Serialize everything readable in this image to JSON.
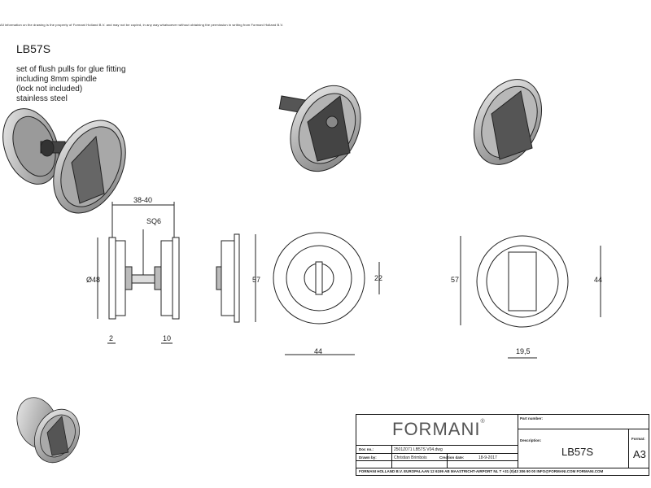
{
  "copyright": "All information on the drawing is the property of Formani Holland B.V. and may not be copied, in any way whatsoever without obtaining the permission in writing from Formani Holland B.V.",
  "product_code": "LB57S",
  "description_lines": [
    "set of flush pulls for glue fitting",
    "including 8mm spindle",
    "(lock not included)",
    "stainless steel"
  ],
  "dimensions": {
    "d_38_40": "38-40",
    "sq6": "SQ6",
    "dia48": "Ø48",
    "d2": "2",
    "d10": "10",
    "d57a": "57",
    "d22": "22",
    "d44a": "44",
    "d57b": "57",
    "d44b": "44",
    "d19_5": "19,5"
  },
  "title_block": {
    "brand": "FORMANI",
    "brand_mark": "®",
    "part_number_label": "Part number:",
    "description_label": "Description:",
    "description_value": "LB57S",
    "format_label": "Format:",
    "format_value": "A3",
    "doc_no_label": "Doc no.:",
    "doc_no_value": "2501Z071 LB57S V04.dwg",
    "drawn_by_label": "Drawn by:",
    "drawn_by_value": "Christian Brimbois",
    "creation_date_label": "Creation date:",
    "creation_date_value": "18-9-2017",
    "footer": "FORMANI HOLLAND B.V.  EUROPALAAN 12  6199 AB MAASTRICHT-AIRPORT NL  T +31 (0)43 306 90 00 INFO@FORMANI.COM FORMANI.COM"
  }
}
